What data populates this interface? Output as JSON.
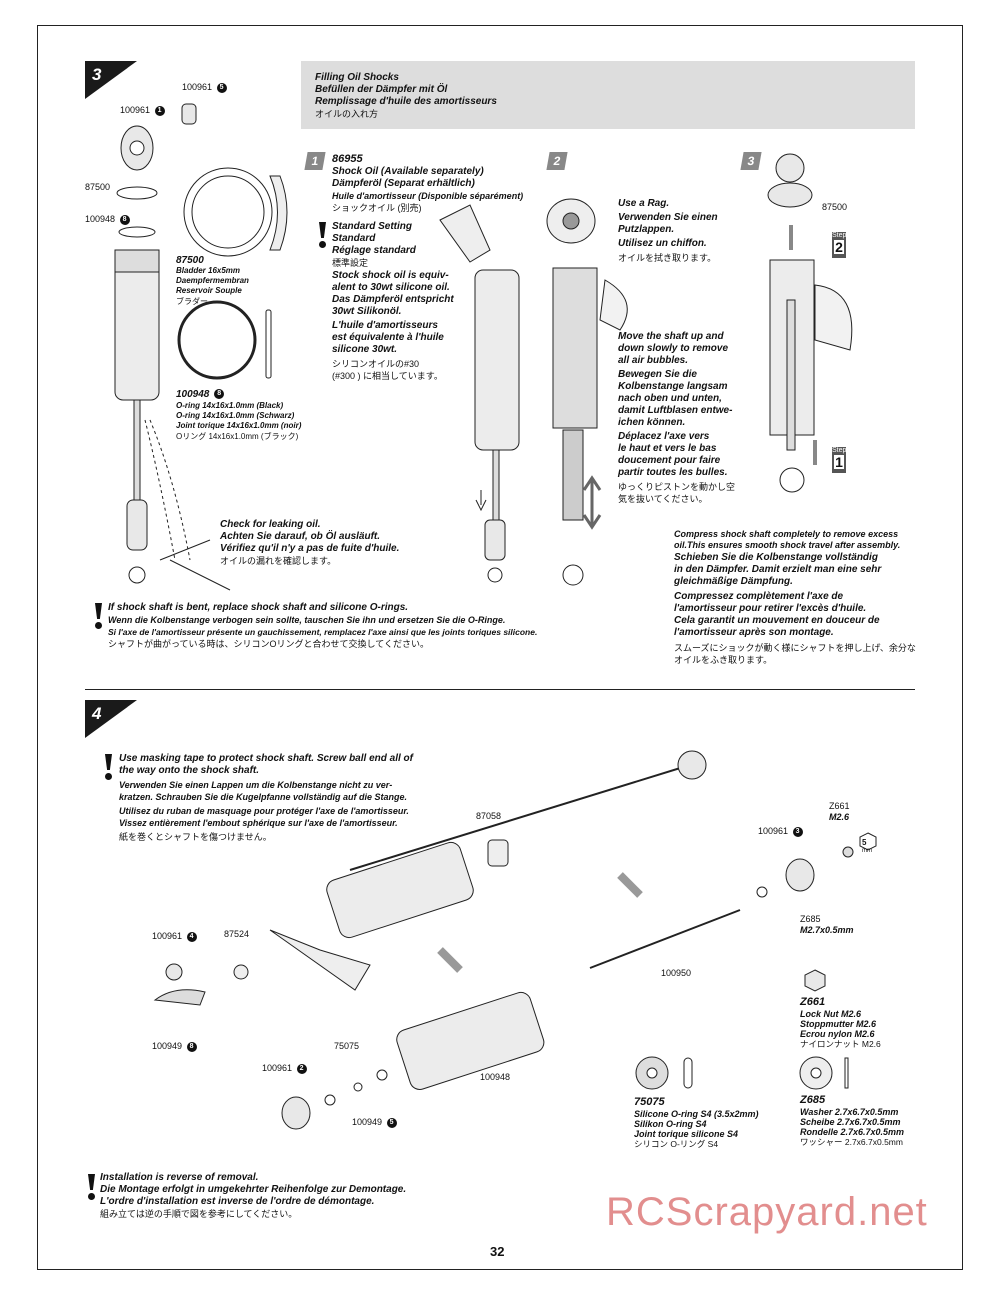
{
  "page": {
    "number": "32",
    "watermark": "RCScrapyard.net"
  },
  "step3": {
    "number": "3",
    "header": [
      "Filling Oil Shocks",
      "Befüllen der Dämpfer mit Öl",
      "Remplissage d'huile des amortisseurs",
      "オイルの入れ方"
    ],
    "parts": {
      "p100961_1": "100961",
      "p100961_1_ref": "1",
      "p100961_5": "100961",
      "p100961_5_ref": "5",
      "p87500": "87500",
      "p100948": "100948",
      "p100948_ref": "8",
      "bladder_no": "87500",
      "bladder": [
        "Bladder 16x5mm",
        "Daempfermembran",
        "Reservoir Souple",
        "ブラダー"
      ],
      "oring_no": "100948",
      "oring_ref": "8",
      "oring": [
        "O-ring 14x16x1.0mm (Black)",
        "O-ring 14x16x1.0mm (Schwarz)",
        "Joint torique 14x16x1.0mm (noir)",
        "Oリング 14x16x1.0mm (ブラック)"
      ]
    },
    "leak_check": [
      "Check for leaking oil.",
      "Achten Sie darauf, ob Öl ausläuft.",
      "Vérifiez qu'il n'y a pas de fuite d'huile.",
      "オイルの漏れを確認します。"
    ],
    "bent_warning": [
      "If shock shaft is bent, replace shock shaft and silicone O-rings.",
      "Wenn die Kolbenstange verbogen sein sollte, tauschen Sie ihn und ersetzen Sie die O-Ringe.",
      "Si l'axe de l'amortisseur présente un gauchissement, remplacez l'axe ainsi que les joints toriques silicone.",
      "シャフトが曲がっている時は、シリコンOリングと合わせて交換してください。"
    ],
    "sub1": {
      "num": "1",
      "part_no": "86955",
      "oil": [
        "Shock Oil (Available separately)",
        "Dämpferöl (Separat erhältlich)",
        "Huile d'amortisseur (Disponible séparément)",
        "ショックオイル (別売)"
      ],
      "standard": [
        "Standard Setting",
        "Standard",
        "Réglage standard",
        "標準設定"
      ],
      "oil_note": [
        "Stock shock oil is equiv-",
        "alent to 30wt silicone oil.",
        "Das Dämpferöl entspricht",
        "30wt Silikonöl.",
        "L'huile d'amortisseurs",
        "est équivalente à l'huile",
        "silicone 30wt.",
        "シリコンオイルの#30",
        "(#300 ) に相当しています。"
      ]
    },
    "sub2": {
      "num": "2",
      "rag": [
        "Use a Rag.",
        "Verwenden Sie einen",
        "Putzlappen.",
        "Utilisez un chiffon.",
        "オイルを拭き取ります。"
      ],
      "move": [
        "Move the shaft up and",
        "down slowly to remove",
        "all air bubbles.",
        "Bewegen Sie die",
        "Kolbenstange langsam",
        "nach oben und unten,",
        "damit Luftblasen entwe-",
        "ichen können.",
        "Déplacez l'axe vers",
        "le haut et vers le bas",
        "doucement pour faire",
        "partir toutes les bulles.",
        "ゆっくりピストンを動かし空",
        "気を抜いてください。"
      ]
    },
    "sub3": {
      "num": "3",
      "part_no": "87500",
      "step_label": "Step",
      "step_a": "2",
      "step_b": "1",
      "compress": [
        "Compress shock shaft completely to remove excess",
        "oil.This ensures smooth shock travel after assembly.",
        "Schieben Sie die Kolbenstange vollständig",
        "in den Dämpfer. Damit erzielt man eine sehr",
        "gleichmäßige Dämpfung.",
        "Compressez complètement l'axe de",
        "l'amortisseur pour retirer l'excès d'huile.",
        "Cela garantit un mouvement en douceur de",
        "l'amortisseur après son montage.",
        "スムーズにショックが動く様にシャフトを押し上げ、余分な",
        "オイルをふき取ります。"
      ]
    }
  },
  "step4": {
    "number": "4",
    "tape_warning": [
      "Use masking tape to protect shock shaft. Screw ball end all of",
      "the way onto the shock shaft.",
      "Verwenden Sie einen Lappen um die Kolbenstange nicht zu ver-",
      "kratzen. Schrauben Sie die Kugelpfanne vollständig auf die Stange.",
      "Utilisez du ruban de masquage pour protéger l'axe de l'amortisseur.",
      "Vissez entièrement l'embout sphérique sur l'axe de l'amortisseur.",
      "紙を巻くとシャフトを傷つけません。"
    ],
    "labels": {
      "a87058": "87058",
      "z661_top": "Z661",
      "m26": "M2.6",
      "a100961_3": "100961",
      "a100961_3_ref": "3",
      "hex": "5",
      "hex_unit": "mm",
      "z685": "Z685",
      "m27": "M2.7x0.5mm",
      "a100950": "100950",
      "a100961_4": "100961",
      "a100961_4_ref": "4",
      "a87524": "87524",
      "a100949_8": "100949",
      "a100949_8_ref": "8",
      "a75075": "75075",
      "a100961_2": "100961",
      "a100961_2_ref": "2",
      "a100949_5": "100949",
      "a100949_5_ref": "5",
      "a100948": "100948"
    },
    "z661": [
      "Z661",
      "Lock Nut M2.6",
      "Stoppmutter M2.6",
      "Ecrou nylon M2.6",
      "ナイロンナット M2.6"
    ],
    "r75075": [
      "75075",
      "Silicone O-ring S4 (3.5x2mm)",
      "Silikon O-ring S4",
      "Joint torique silicone S4",
      "シリコン O-リング S4"
    ],
    "z685": [
      "Z685",
      "Washer 2.7x6.7x0.5mm",
      "Scheibe 2.7x6.7x0.5mm",
      "Rondelle 2.7x6.7x0.5mm",
      "ワッシャー 2.7x6.7x0.5mm"
    ],
    "reverse": [
      "Installation is reverse of removal.",
      "Die Montage erfolgt in umgekehrter Reihenfolge zur Demontage.",
      "L'ordre d'installation est inverse de l'ordre de démontage.",
      "組み立ては逆の手順で図を参考にしてください。"
    ]
  }
}
